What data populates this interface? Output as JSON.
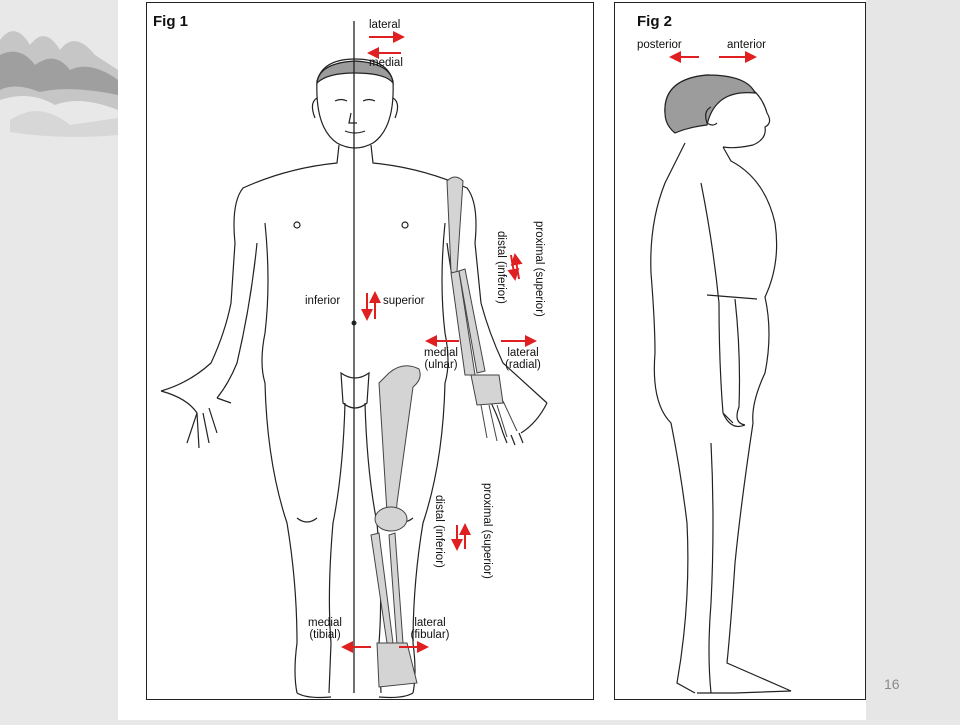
{
  "page_number": "16",
  "fig1": {
    "title": "Fig 1",
    "labels": {
      "lateral_top": "lateral",
      "medial_top": "medial",
      "inferior": "inferior",
      "superior": "superior",
      "proximal_arm": "proximal (superior)",
      "distal_arm": "distal (inferior)",
      "medial_ulnar_1": "medial",
      "medial_ulnar_2": "(ulnar)",
      "lateral_radial_1": "lateral",
      "lateral_radial_2": "(radial)",
      "proximal_leg": "proximal (superior)",
      "distal_leg": "distal (inferior)",
      "medial_tibial_1": "medial",
      "medial_tibial_2": "(tibial)",
      "lateral_fibular_1": "lateral",
      "lateral_fibular_2": "(fibular)"
    }
  },
  "fig2": {
    "title": "Fig 2",
    "labels": {
      "posterior": "posterior",
      "anterior": "anterior"
    }
  },
  "colors": {
    "arrow": "#e02020",
    "bone": "#d4d4d4",
    "hair": "#9c9c9c",
    "line": "#222222"
  }
}
